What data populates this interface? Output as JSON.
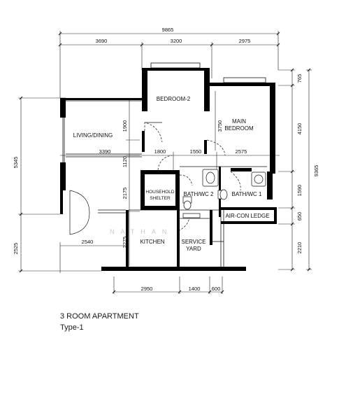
{
  "dimensions": {
    "overall_width": "9865",
    "top": [
      "3690",
      "3200",
      "2975"
    ],
    "mid_horizontal": [
      "3390",
      "1800",
      "1550",
      "2575"
    ],
    "bottom_left": "2540",
    "bottom": [
      "2950",
      "1400",
      "600"
    ],
    "left_vertical": [
      "5345",
      "2525"
    ],
    "inner_vertical": [
      "1900",
      "1120",
      "2175",
      "2275",
      "3750"
    ],
    "right_inner": [
      "765",
      "4150",
      "1590",
      "650",
      "2210"
    ],
    "right_total": "9365"
  },
  "rooms": {
    "bedroom2": "BEDROOM-2",
    "living": "LIVING/DINING",
    "main_bedroom_line1": "MAIN",
    "main_bedroom_line2": "BEDROOM",
    "household_line1": "HOUSEHOLD",
    "household_line2": "SHELTER",
    "bath2": "BATH/WC 2",
    "bath1": "BATH/WC 1",
    "aircon": "AIR-CON LEDGE",
    "kitchen": "KITCHEN",
    "service_line1": "SERVICE",
    "service_line2": "YARD"
  },
  "watermark": "NATHAN",
  "caption": {
    "title": "3 ROOM APARTMENT",
    "type": "Type-1"
  }
}
